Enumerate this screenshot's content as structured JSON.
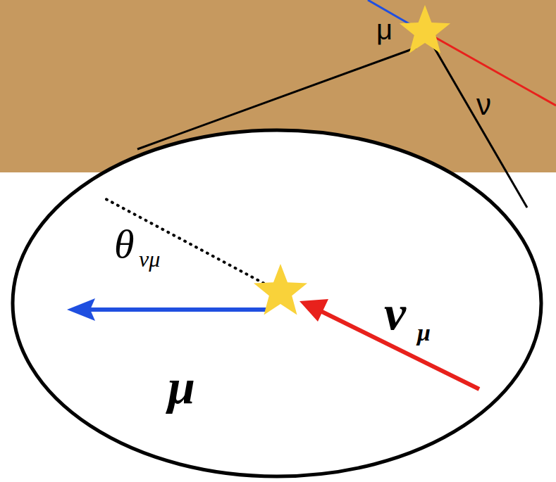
{
  "diagram": {
    "labels": [
      "μ",
      "ν",
      "θ",
      "νμ",
      "ν",
      "μ",
      "μ"
    ]
  }
}
